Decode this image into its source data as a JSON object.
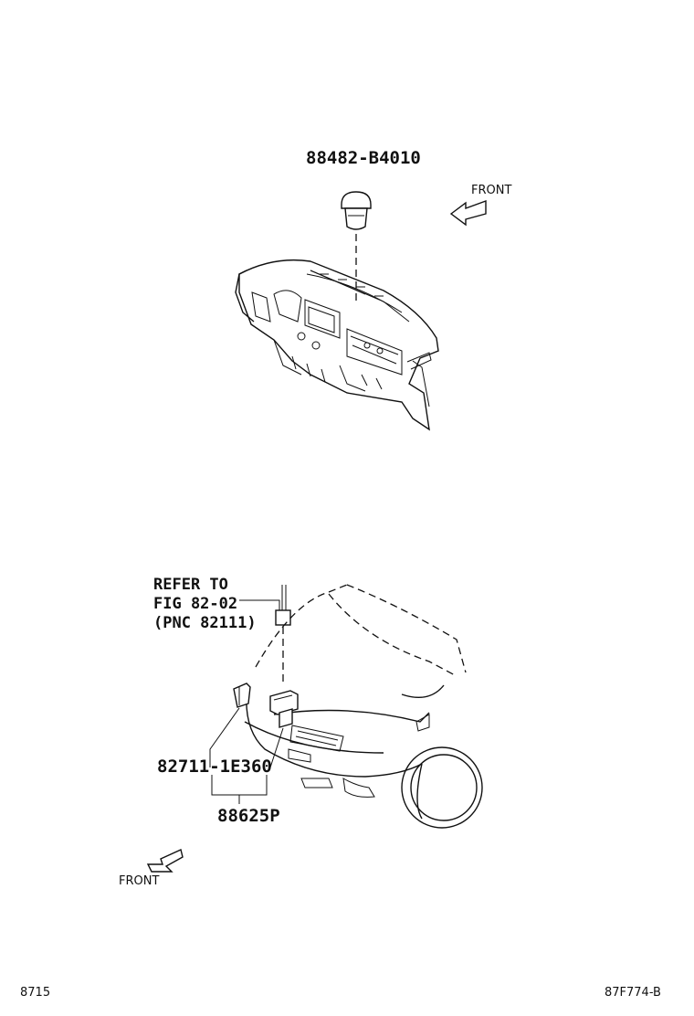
{
  "parts": {
    "top_part_number": "88482-B4010",
    "bottom_part_number": "82711-1E360",
    "bottom_assembly_number": "88625P"
  },
  "reference_note": {
    "line1": "REFER TO",
    "line2": "FIG 82-02",
    "line3": "(PNC 82111)"
  },
  "direction": {
    "top_front": "FRONT",
    "bottom_front": "FRONT"
  },
  "footer": {
    "page_code": "8715",
    "figure_code": "87F774-B"
  }
}
